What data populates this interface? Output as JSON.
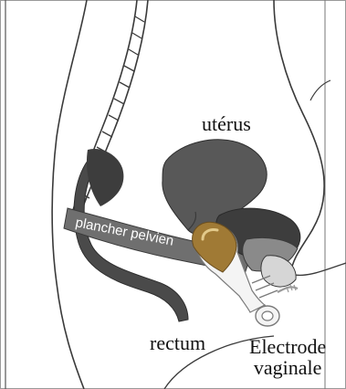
{
  "diagram": {
    "labels": {
      "uterus": "utérus",
      "pelvic_floor": "plancher pelvien",
      "rectum": "rectum",
      "electrode_line1": "Electrode",
      "electrode_line2": "vaginale"
    }
  },
  "colors": {
    "outline": "#3a3a3a",
    "organ_fill": "#585858",
    "organ_dark": "#3d3d3d",
    "organ_light": "#8a8a8a",
    "pelvic_floor": "#6f6f6f",
    "pelvic_floor_text": "#ffffff",
    "electrode_gold": "#a07a35",
    "electrode_body": "#f4f4f4",
    "frame_border": "#9a9a9a"
  }
}
